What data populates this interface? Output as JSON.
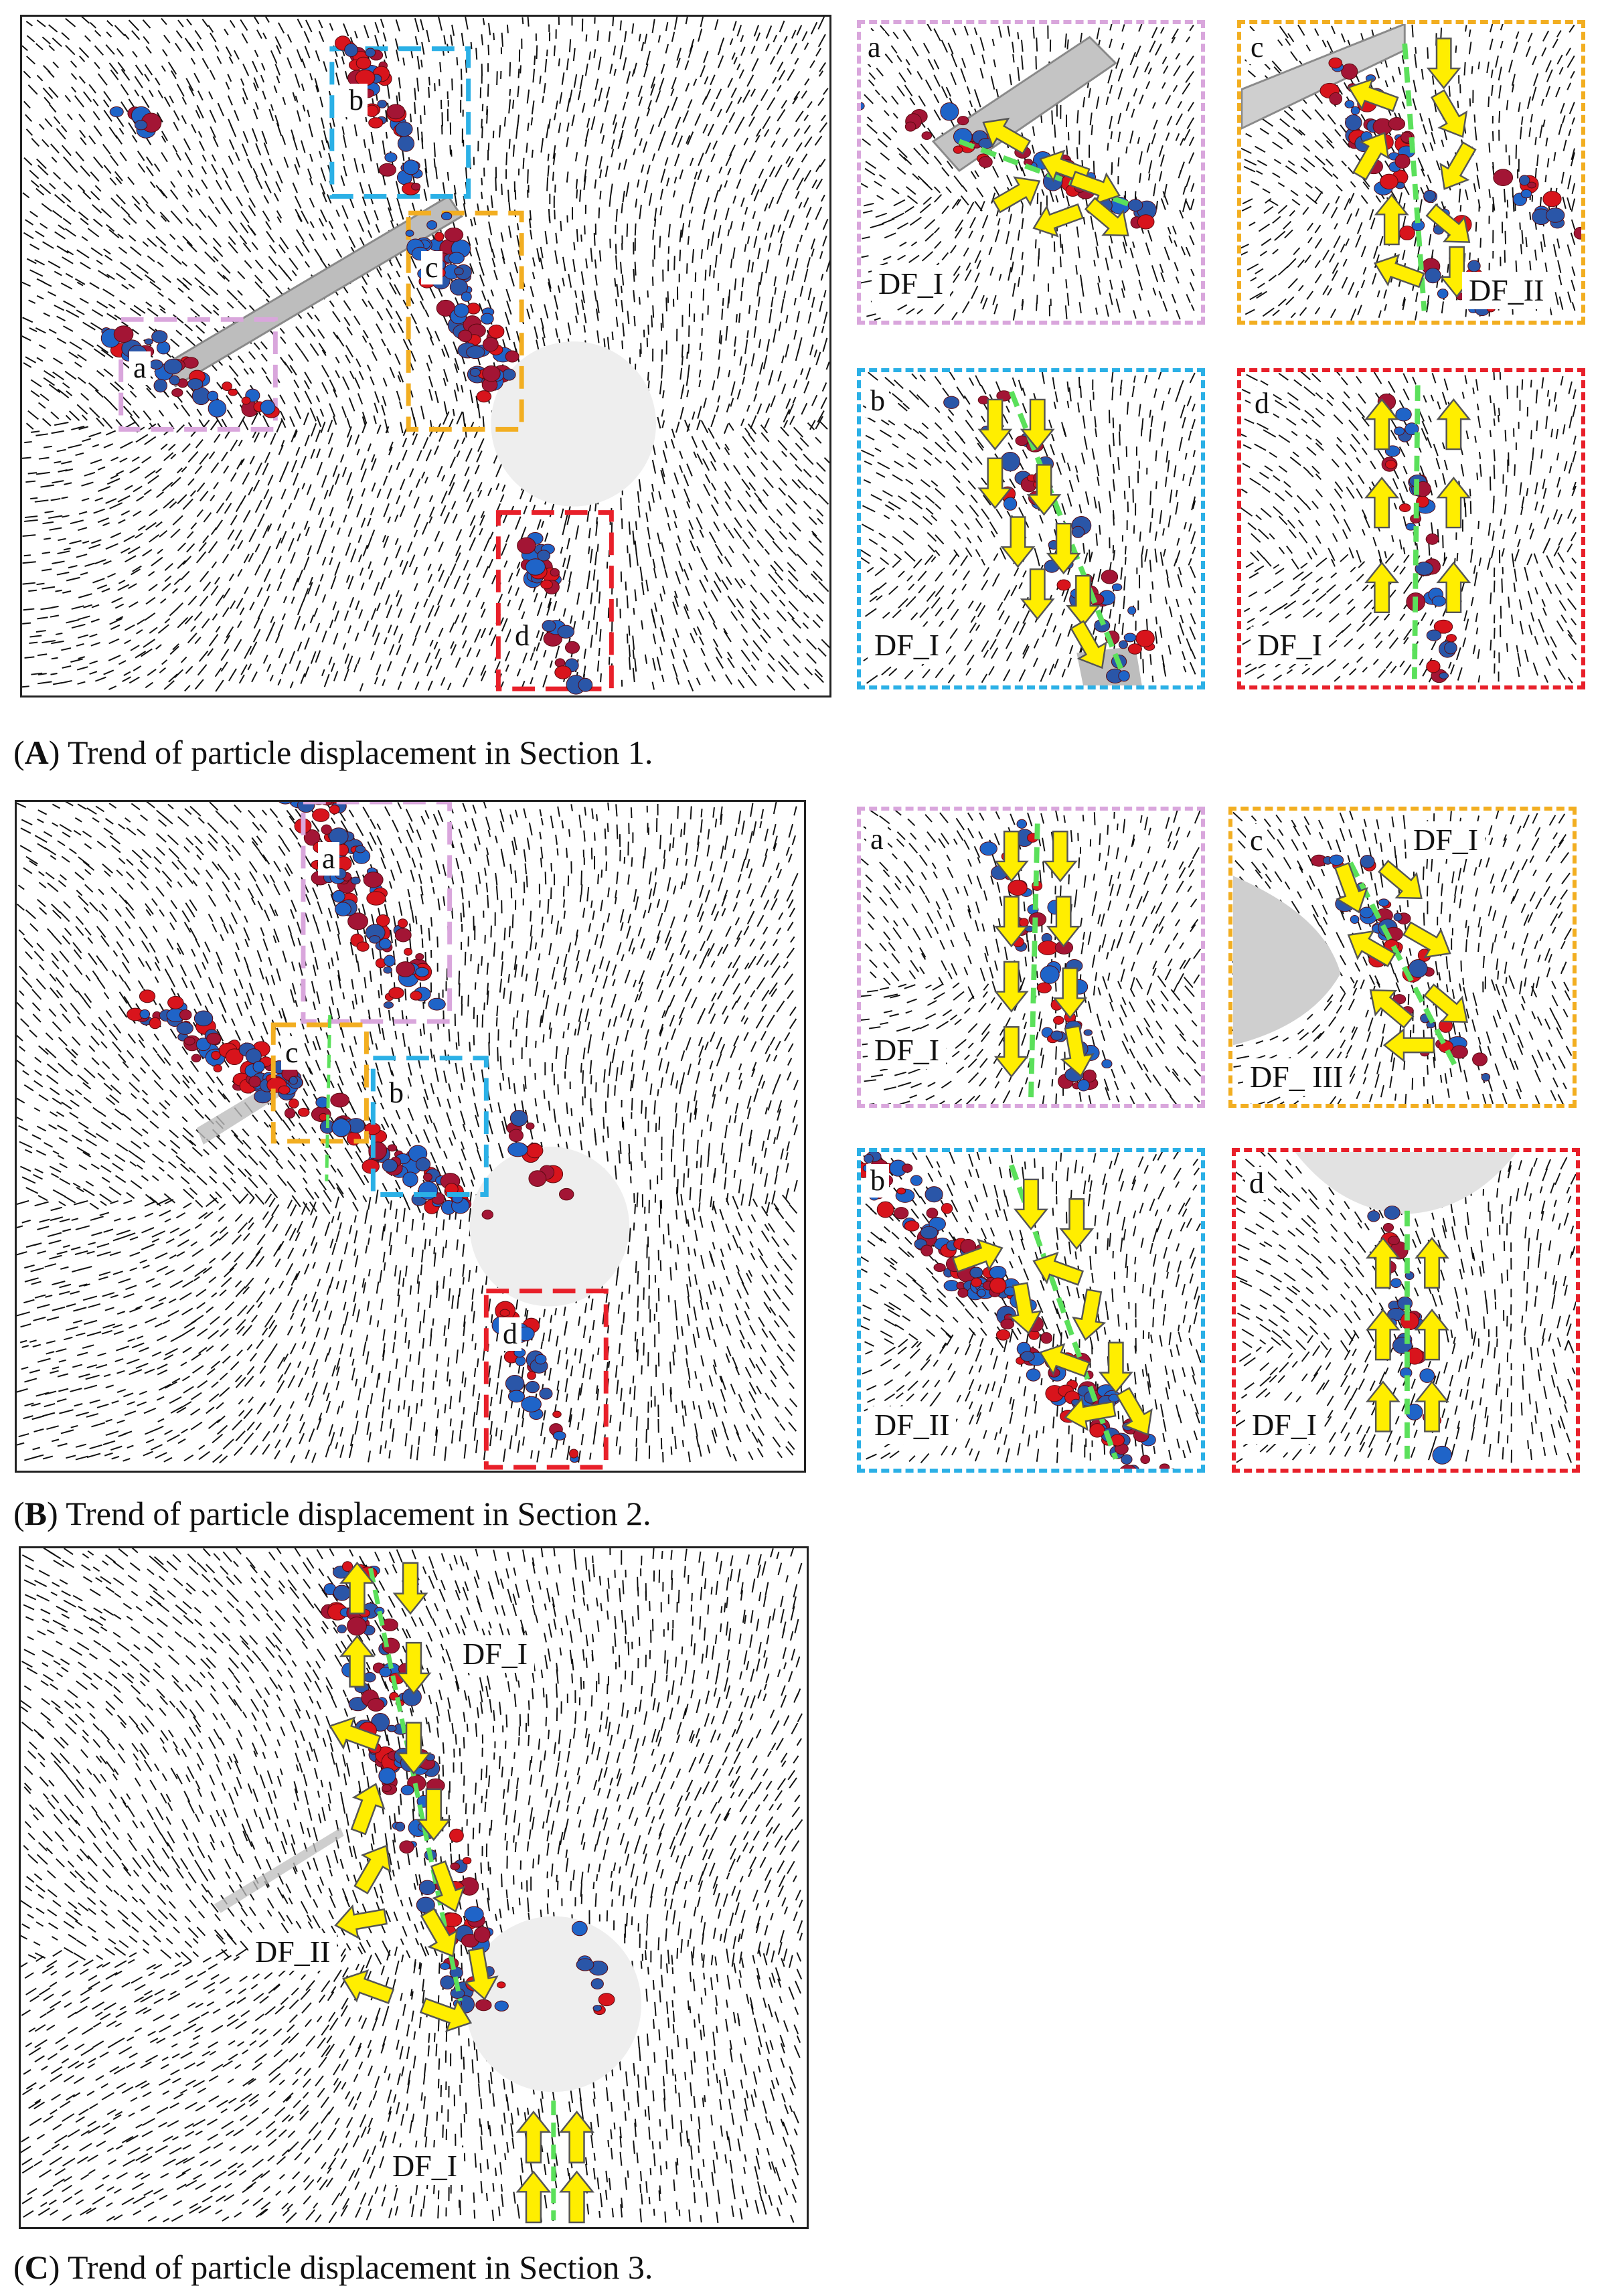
{
  "colors": {
    "pink": "#d9a6dc",
    "orange": "#f2ae21",
    "blue": "#2bb0e6",
    "red": "#e8202a",
    "arrow_yellow": "#ffee00",
    "fracture_green": "#5be05b",
    "particle_red": "#d8141c",
    "particle_blue": "#1f64c8",
    "hole": "#eeeeee"
  },
  "sectionA": {
    "caption_letter": "A",
    "caption_text": " Trend of particle displacement in Section 1.",
    "box_labels": [
      "a",
      "b",
      "c",
      "d"
    ],
    "insets": {
      "a": {
        "label": "a",
        "df": "DF_I"
      },
      "c": {
        "label": "c",
        "df": "DF_II"
      },
      "b": {
        "label": "b",
        "df": "DF_I"
      },
      "d": {
        "label": "d",
        "df": "DF_I"
      }
    }
  },
  "sectionB": {
    "caption_letter": "B",
    "caption_text": " Trend of particle displacement in Section 2.",
    "box_labels": [
      "a",
      "b",
      "c",
      "d"
    ],
    "insets": {
      "a": {
        "label": "a",
        "df": "DF_I"
      },
      "c": {
        "label": "c",
        "df": "DF_I",
        "df2": "DF_ III"
      },
      "b": {
        "label": "b",
        "df": "DF_II"
      },
      "d": {
        "label": "d",
        "df": "DF_I"
      }
    }
  },
  "sectionC": {
    "caption_letter": "C",
    "caption_text": " Trend of particle displacement in Section 3.",
    "df_top": "DF_I",
    "df_mid": "DF_II",
    "df_bottom": "DF_I"
  }
}
